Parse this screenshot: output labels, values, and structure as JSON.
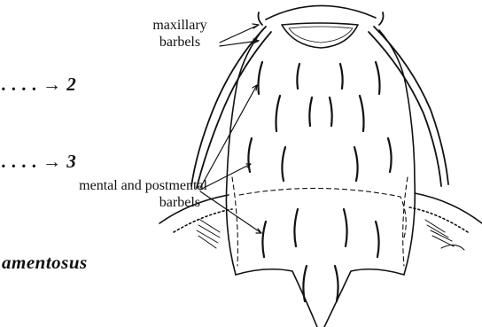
{
  "labels": {
    "maxillary_line1": "maxillary",
    "maxillary_line2": "barbels",
    "mental_line1": "mental and postmental",
    "mental_line2": "barbels"
  },
  "key_fragments": {
    "lead_2": ". . . . → 2",
    "lead_3": ". . . . → 3",
    "species_partial": "amentosus"
  },
  "colors": {
    "ink": "#111111",
    "background": "#ffffff"
  }
}
